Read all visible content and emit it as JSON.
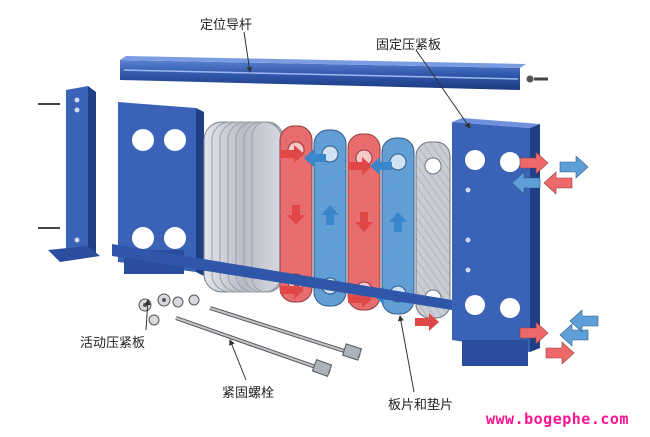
{
  "labels": {
    "guide_rod": "定位导杆",
    "fixed_plate": "固定压紧板",
    "movable_plate": "活动压紧板",
    "bolts": "紧固螺栓",
    "plates_gaskets": "板片和垫片"
  },
  "website": "www.bogephe.com",
  "colors": {
    "frame_blue": "#3a63b8",
    "frame_dark": "#1f3f86",
    "hot": "#ee6a6a",
    "cold": "#5f9fd8",
    "plate_grey": "#c9ccd3",
    "watermark": "#ff1493"
  }
}
